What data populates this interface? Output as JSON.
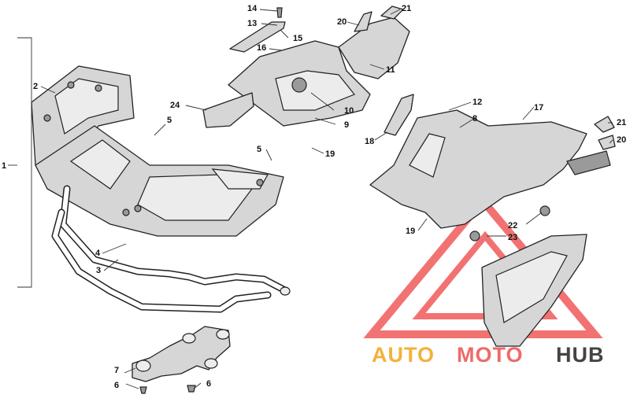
{
  "callouts": {
    "c1": "1",
    "c2": "2",
    "c3": "3",
    "c4": "4",
    "c5a": "5",
    "c5b": "5",
    "c6a": "6",
    "c6b": "6",
    "c7": "7",
    "c8": "8",
    "c9": "9",
    "c10": "10",
    "c11": "11",
    "c12": "12",
    "c13": "13",
    "c14": "14",
    "c15": "15",
    "c16": "16",
    "c17": "17",
    "c18": "18",
    "c19a": "19",
    "c19b": "19",
    "c20a": "20",
    "c20b": "20",
    "c21a": "21",
    "c21b": "21",
    "c22": "22",
    "c23": "23",
    "c24": "24"
  },
  "watermark": {
    "part_auto": "AUTO",
    "part_moto": "MOTO",
    "part_hub": "HUB",
    "colors": {
      "auto": "#f2b23a",
      "moto": "#ee6a6a",
      "hub": "#444444",
      "triangle": "#ee4444"
    }
  }
}
